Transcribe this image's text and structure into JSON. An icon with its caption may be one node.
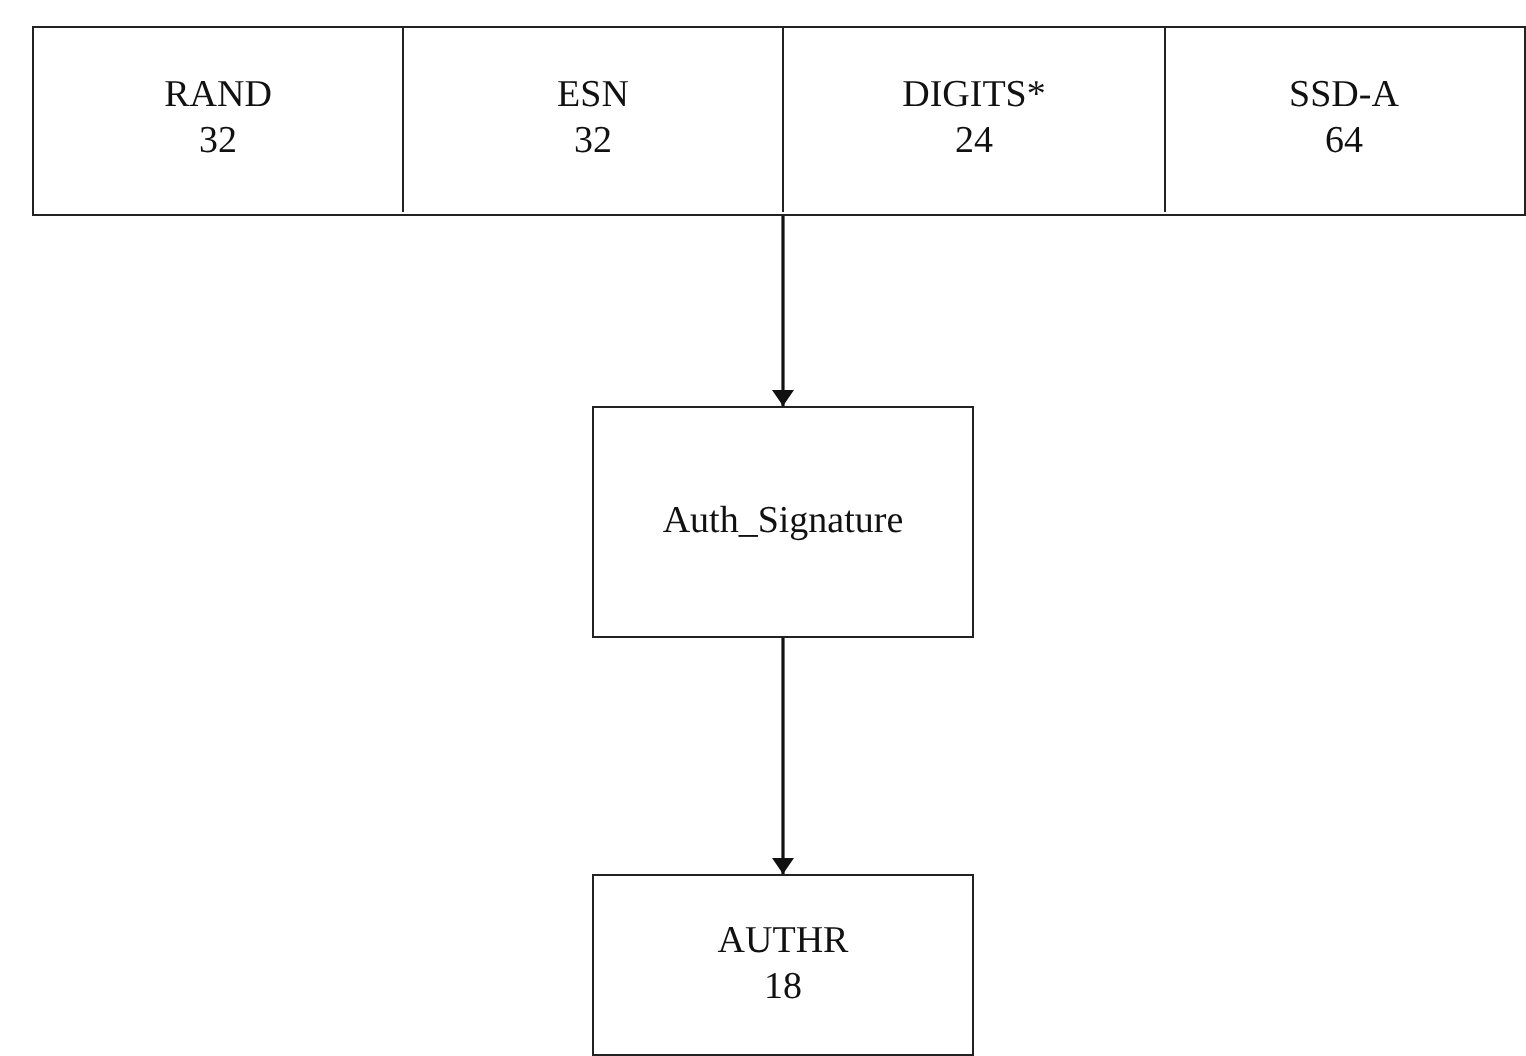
{
  "diagram": {
    "nodes": [
      {
        "text": [],
        "shape": "box"
      },
      {
        "text": [
          "RAND",
          "32"
        ],
        "in": 0
      },
      {
        "text": [
          "ESN",
          "32"
        ],
        "in": 0
      },
      {
        "text": [
          "DIGITS*",
          "24"
        ],
        "in": 0
      },
      {
        "text": [
          "SSD-A",
          "64"
        ],
        "in": 0
      },
      {
        "text": [
          "Auth_Signature"
        ]
      },
      {
        "text": [
          "AUTHR",
          "18"
        ]
      }
    ],
    "edges": [
      {
        "from": 0,
        "to": 5,
        "arrow": "to"
      },
      {
        "from": 5,
        "to": 6,
        "arrow": "to"
      }
    ]
  }
}
